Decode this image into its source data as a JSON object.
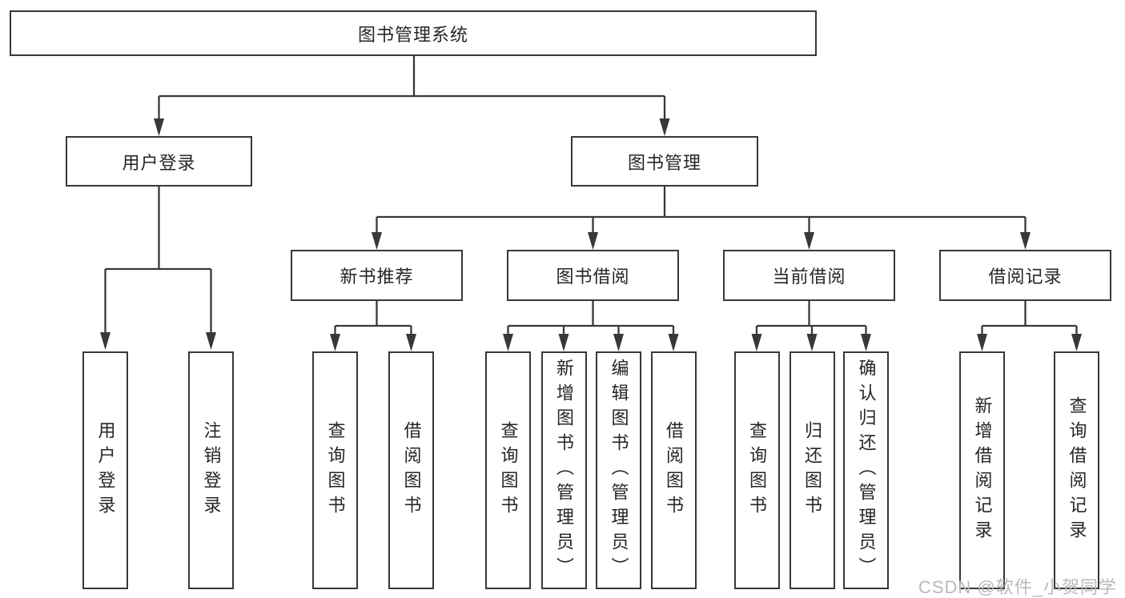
{
  "root": {
    "label": "图书管理系统"
  },
  "level2": {
    "user_login": "用户登录",
    "book_mgmt": "图书管理"
  },
  "level3": {
    "new_book": "新书推荐",
    "borrow": "图书借阅",
    "current": "当前借阅",
    "records": "借阅记录"
  },
  "leaves": {
    "user_login": [
      "用户登录",
      "注销登录"
    ],
    "new_book": [
      "查询图书",
      "借阅图书"
    ],
    "borrow": [
      "查询图书",
      "新增图书（管理员）",
      "编辑图书（管理员）",
      "借阅图书"
    ],
    "current": [
      "查询图书",
      "归还图书",
      "确认归还（管理员）"
    ],
    "records": [
      "新增借阅记录",
      "查询借阅记录"
    ]
  },
  "watermark": "CSDN @软件_小贺同学",
  "colors": {
    "line": "#383838",
    "text": "#262626",
    "watermark": "#b9b9b9",
    "box_bg": "#ffffff",
    "background": "#ffffff"
  }
}
